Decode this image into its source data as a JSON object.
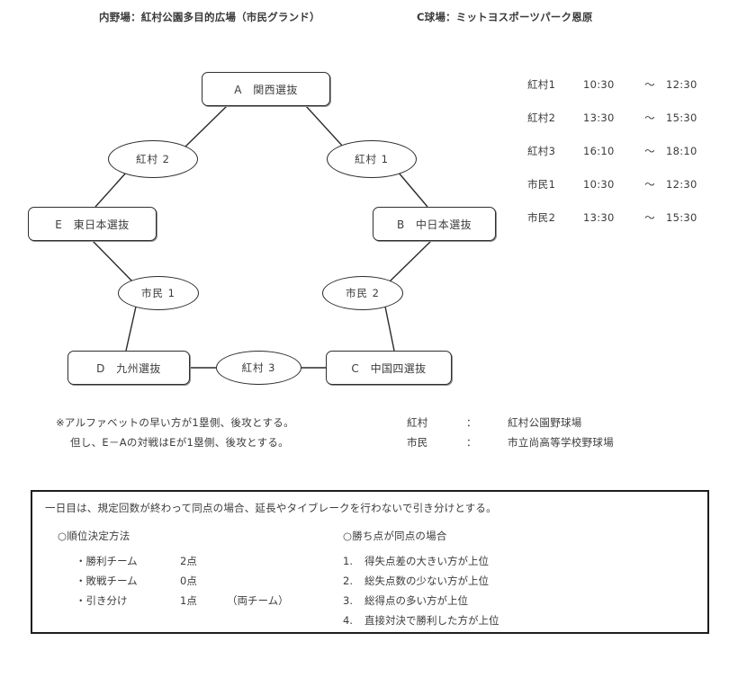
{
  "header": {
    "ground_a": "内野場：紅村公園多目的広場（市民グランド）",
    "ground_c": "C球場：ミットヨスポーツパーク恩原"
  },
  "bracket": {
    "teams": [
      {
        "id": "A",
        "label": "A　関西選抜"
      },
      {
        "id": "B",
        "label": "B　中日本選抜"
      },
      {
        "id": "C",
        "label": "C　中国四選抜"
      },
      {
        "id": "D",
        "label": "D　九州選抜"
      },
      {
        "id": "E",
        "label": "E　東日本選抜"
      }
    ],
    "matches": [
      {
        "id": "v2",
        "label": "紅村 2"
      },
      {
        "id": "v1",
        "label": "紅村 1"
      },
      {
        "id": "m1",
        "label": "市民 1"
      },
      {
        "id": "m2",
        "label": "市民 2"
      },
      {
        "id": "v3",
        "label": "紅村 3"
      }
    ]
  },
  "schedule": {
    "rows": [
      {
        "venue": "紅村1",
        "start": "10:30",
        "tilde": "～",
        "end": "12:30"
      },
      {
        "venue": "紅村2",
        "start": "13:30",
        "tilde": "～",
        "end": "15:30"
      },
      {
        "venue": "紅村3",
        "start": "16:10",
        "tilde": "～",
        "end": "18:10"
      },
      {
        "venue": "市民1",
        "start": "10:30",
        "tilde": "～",
        "end": "12:30"
      },
      {
        "venue": "市民2",
        "start": "13:30",
        "tilde": "～",
        "end": "15:30"
      }
    ]
  },
  "notes": {
    "line1": "※アルファベットの早い方が1塁側、後攻とする。",
    "line2": "但し、E－Aの対戦はEが1塁側、後攻とする。"
  },
  "venue_legend": {
    "rows": [
      {
        "key": "紅村",
        "colon": "：",
        "value": "紅村公園野球場"
      },
      {
        "key": "市民",
        "colon": "：",
        "value": "市立尚高等学校野球場"
      }
    ]
  },
  "rules": {
    "headline": "一日目は、規定回数が終わって同点の場合、延長やタイブレークを行わないで引き分けとする。",
    "left_title": "○順位決定方法",
    "right_title": "○勝ち点が同点の場合",
    "points": [
      {
        "label": "・勝利チーム",
        "value": "2点",
        "note": ""
      },
      {
        "label": "・敗戦チーム",
        "value": "0点",
        "note": ""
      },
      {
        "label": "・引き分け",
        "value": "1点",
        "note": "（両チーム）"
      }
    ],
    "tiebreakers": [
      {
        "num": "1.",
        "text": "得失点差の大きい方が上位"
      },
      {
        "num": "2.",
        "text": "総失点数の少ない方が上位"
      },
      {
        "num": "3.",
        "text": "総得点の多い方が上位"
      },
      {
        "num": "4.",
        "text": "直接対決で勝利した方が上位"
      }
    ]
  },
  "colors": {
    "ink": "#3c3c3c",
    "stroke": "#2a2a2a",
    "paper": "#ffffff"
  }
}
